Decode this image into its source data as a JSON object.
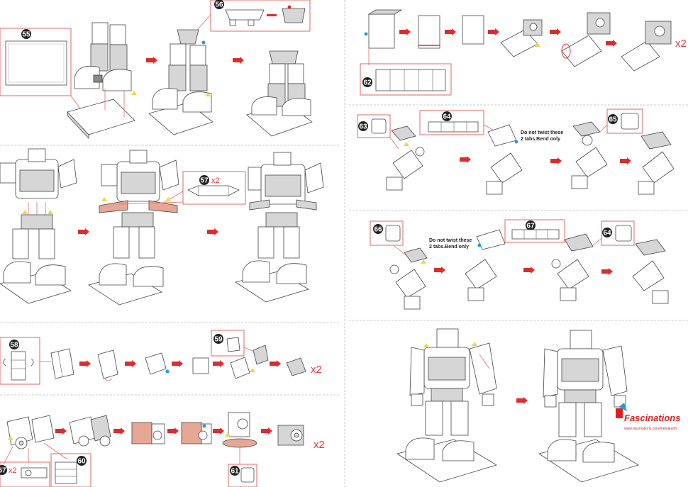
{
  "steps": {
    "s55": "55",
    "s56": "56",
    "s57": "57",
    "s58": "58",
    "s59": "59",
    "s60": "60",
    "s61": "61",
    "s62": "62",
    "s63": "63",
    "s64a": "64",
    "s65": "65",
    "s66": "66",
    "s67a": "67",
    "s67b": "67",
    "s64b": "64"
  },
  "multipliers": {
    "x2_shoulder": "x2",
    "x2_row58": "x2",
    "x2_row60": "x2",
    "x2_row62": "x2",
    "x2_row67": "x2"
  },
  "notes": {
    "twist_a_line1": "Do not twist these",
    "twist_a_line2": "2 tabs.Bend only",
    "twist_b_line1": "Do not twist these",
    "twist_b_line2": "2 tabs.Bend only"
  },
  "brand": {
    "name": "Fascinations",
    "url": "www.fascinations.com/metalearth"
  },
  "colors": {
    "arrow": "#e02b2b",
    "callout_box": "#e06666",
    "glue_dot_blue": "#2a9ad8",
    "glue_dot_yellow": "#e8d84a",
    "part_grey": "#d6d6d6",
    "part_dark": "#8a8a8a",
    "part_red_tint": "#e7a795"
  }
}
